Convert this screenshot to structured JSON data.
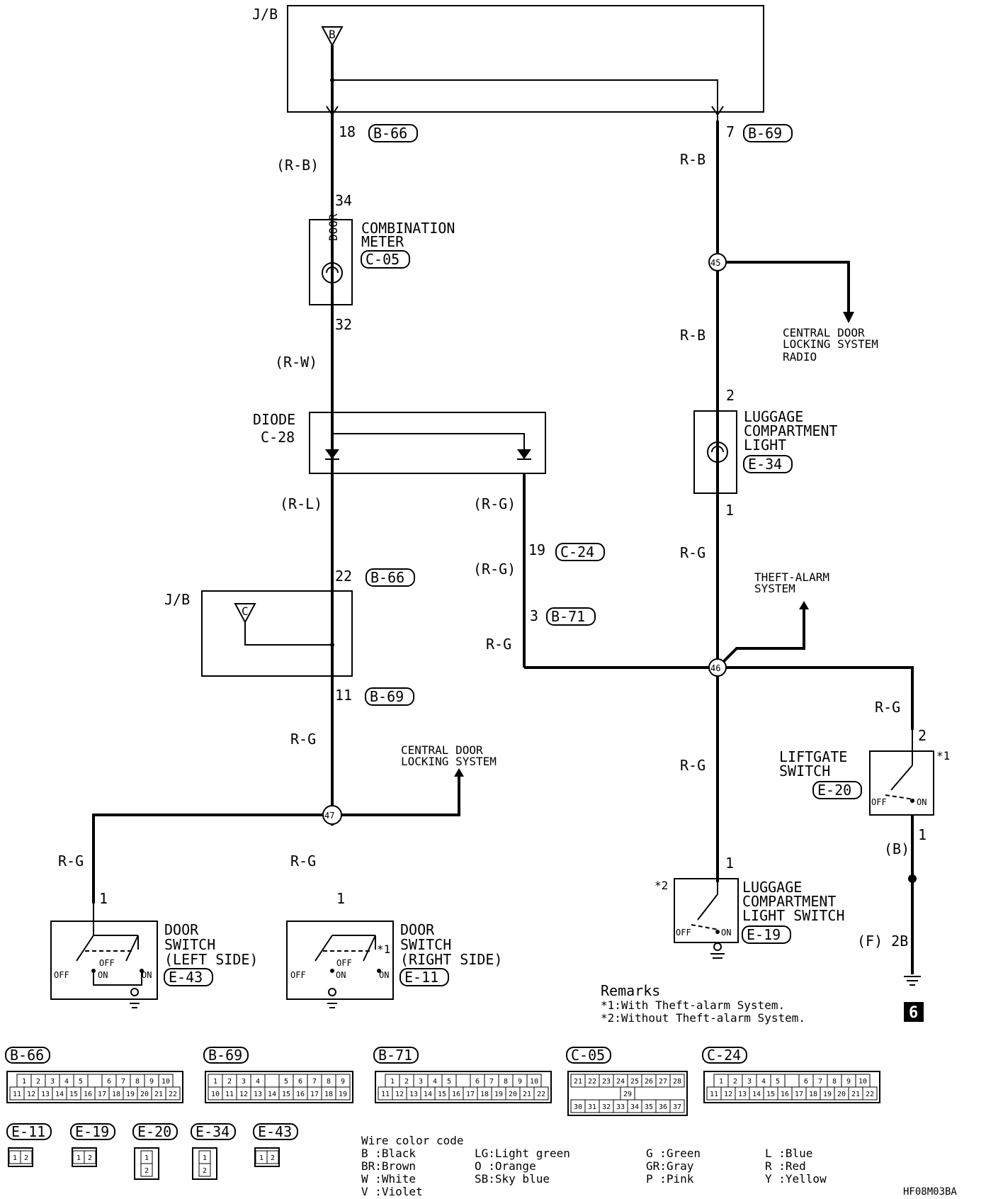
{
  "labels": {
    "jb_top": "J/B",
    "jb_mid": "J/B",
    "pin_18": "18",
    "pin_7": "7",
    "conn_b66_a": "B-66",
    "conn_b69_a": "B-69",
    "wire_rb_paren": "(R-B)",
    "wire_rb_1": "R-B",
    "wire_rb_2": "R-B",
    "pin_34": "34",
    "combo_name_1": "COMBINATION",
    "combo_name_2": "METER",
    "conn_c05": "C-05",
    "door_label": "DOOR",
    "pin_32": "32",
    "wire_rw": "(R-W)",
    "junction_45": "45",
    "junction_46": "46",
    "junction_47": "47",
    "cdl_sys_1": "CENTRAL DOOR",
    "cdl_sys_2": "LOCKING SYSTEM",
    "radio": "RADIO",
    "diode_1": "DIODE",
    "diode_2": "C-28",
    "pin_2_lug": "2",
    "lug_light_1": "LUGGAGE",
    "lug_light_2": "COMPARTMENT",
    "lug_light_3": "LIGHT",
    "conn_e34": "E-34",
    "pin_1_lug": "1",
    "wire_rl": "(R-L)",
    "wire_rg_p1": "(R-G)",
    "wire_rg_p2": "(R-G)",
    "pin_19": "19",
    "conn_c24": "C-24",
    "pin_3": "3",
    "conn_b71": "B-71",
    "wire_rg_a": "R-G",
    "wire_rg_b": "R-G",
    "wire_rg_c": "R-G",
    "wire_rg_d": "R-G",
    "wire_rg_e": "R-G",
    "wire_rg_f": "R-G",
    "wire_rg_g": "R-G",
    "pin_22": "22",
    "conn_b66_b": "B-66",
    "theft_1": "THEFT-ALARM",
    "theft_2": "SYSTEM",
    "pin_11": "11",
    "conn_b69_b": "B-69",
    "cdl2_1": "CENTRAL DOOR",
    "cdl2_2": "LOCKING SYSTEM",
    "pin_2_lift": "2",
    "lift_1": "LIFTGATE",
    "lift_2": "SWITCH",
    "star1_lift": "*1",
    "conn_e20": "E-20",
    "off": "OFF",
    "on": "ON",
    "pin_1_lift": "1",
    "wire_b": "(B)",
    "pin_1_lsw": "1",
    "star2": "*2",
    "lsw_1": "LUGGAGE",
    "lsw_2": "COMPARTMENT",
    "lsw_3": "LIGHT SWITCH",
    "conn_e19": "E-19",
    "ground_f": "(F) 2B",
    "pin_1_dl": "1",
    "pin_1_dr": "1",
    "dsl_1": "DOOR",
    "dsl_2": "SWITCH",
    "dsl_3": "(LEFT SIDE)",
    "conn_e43": "E-43",
    "dsr_1": "DOOR",
    "dsr_2": "SWITCH",
    "dsr_3": "(RIGHT SIDE)",
    "conn_e11": "E-11",
    "star1_door": "*1",
    "remarks_title": "Remarks",
    "remark_1": "*1:With Theft-alarm System.",
    "remark_2": "*2:Without Theft-alarm System.",
    "page_badge": "6",
    "figure_code": "HF08M03BA",
    "wcc_title": "Wire color code"
  },
  "wire_color_code": [
    [
      "B :Black",
      "LG:Light green",
      "G :Green",
      "L :Blue"
    ],
    [
      "BR:Brown",
      "O :Orange",
      "GR:Gray",
      "R :Red"
    ],
    [
      "W :White",
      "SB:Sky blue",
      "P :Pink",
      "Y :Yellow"
    ],
    [
      "V :Violet",
      "",
      "",
      ""
    ]
  ],
  "connectors": [
    {
      "name": "B-66",
      "rows": [
        [
          "1",
          "2",
          "3",
          "4",
          "5",
          "",
          "6",
          "7",
          "8",
          "9",
          "10"
        ],
        [
          "11",
          "12",
          "13",
          "14",
          "15",
          "16",
          "17",
          "18",
          "19",
          "20",
          "21",
          "22"
        ]
      ]
    },
    {
      "name": "B-69",
      "rows": [
        [
          "1",
          "2",
          "3",
          "4",
          "",
          "5",
          "6",
          "7",
          "8",
          "9"
        ],
        [
          "10",
          "11",
          "12",
          "13",
          "14",
          "15",
          "16",
          "17",
          "18",
          "19"
        ]
      ]
    },
    {
      "name": "B-71",
      "rows": [
        [
          "1",
          "2",
          "3",
          "4",
          "5",
          "",
          "6",
          "7",
          "8",
          "9",
          "10"
        ],
        [
          "11",
          "12",
          "13",
          "14",
          "15",
          "16",
          "17",
          "18",
          "19",
          "20",
          "21",
          "22"
        ]
      ]
    },
    {
      "name": "C-05",
      "rows": [
        [
          "21",
          "22",
          "23",
          "24",
          "25",
          "26",
          "27",
          "28"
        ],
        [
          "29"
        ],
        [
          "30",
          "31",
          "32",
          "33",
          "34",
          "35",
          "36",
          "37"
        ]
      ]
    },
    {
      "name": "C-24",
      "rows": [
        [
          "1",
          "2",
          "3",
          "4",
          "5",
          "",
          "6",
          "7",
          "8",
          "9",
          "10"
        ],
        [
          "11",
          "12",
          "13",
          "14",
          "15",
          "16",
          "17",
          "18",
          "19",
          "20",
          "21",
          "22"
        ]
      ]
    },
    {
      "name": "E-11",
      "rows": [
        [
          "1",
          "2"
        ]
      ]
    },
    {
      "name": "E-19",
      "rows": [
        [
          "1",
          "2"
        ]
      ]
    },
    {
      "name": "E-20",
      "rows": [
        [
          "1"
        ],
        [
          "2"
        ]
      ]
    },
    {
      "name": "E-34",
      "rows": [
        [
          "1"
        ],
        [
          "2"
        ]
      ]
    },
    {
      "name": "E-43",
      "rows": [
        [
          "1",
          "2"
        ]
      ]
    }
  ]
}
